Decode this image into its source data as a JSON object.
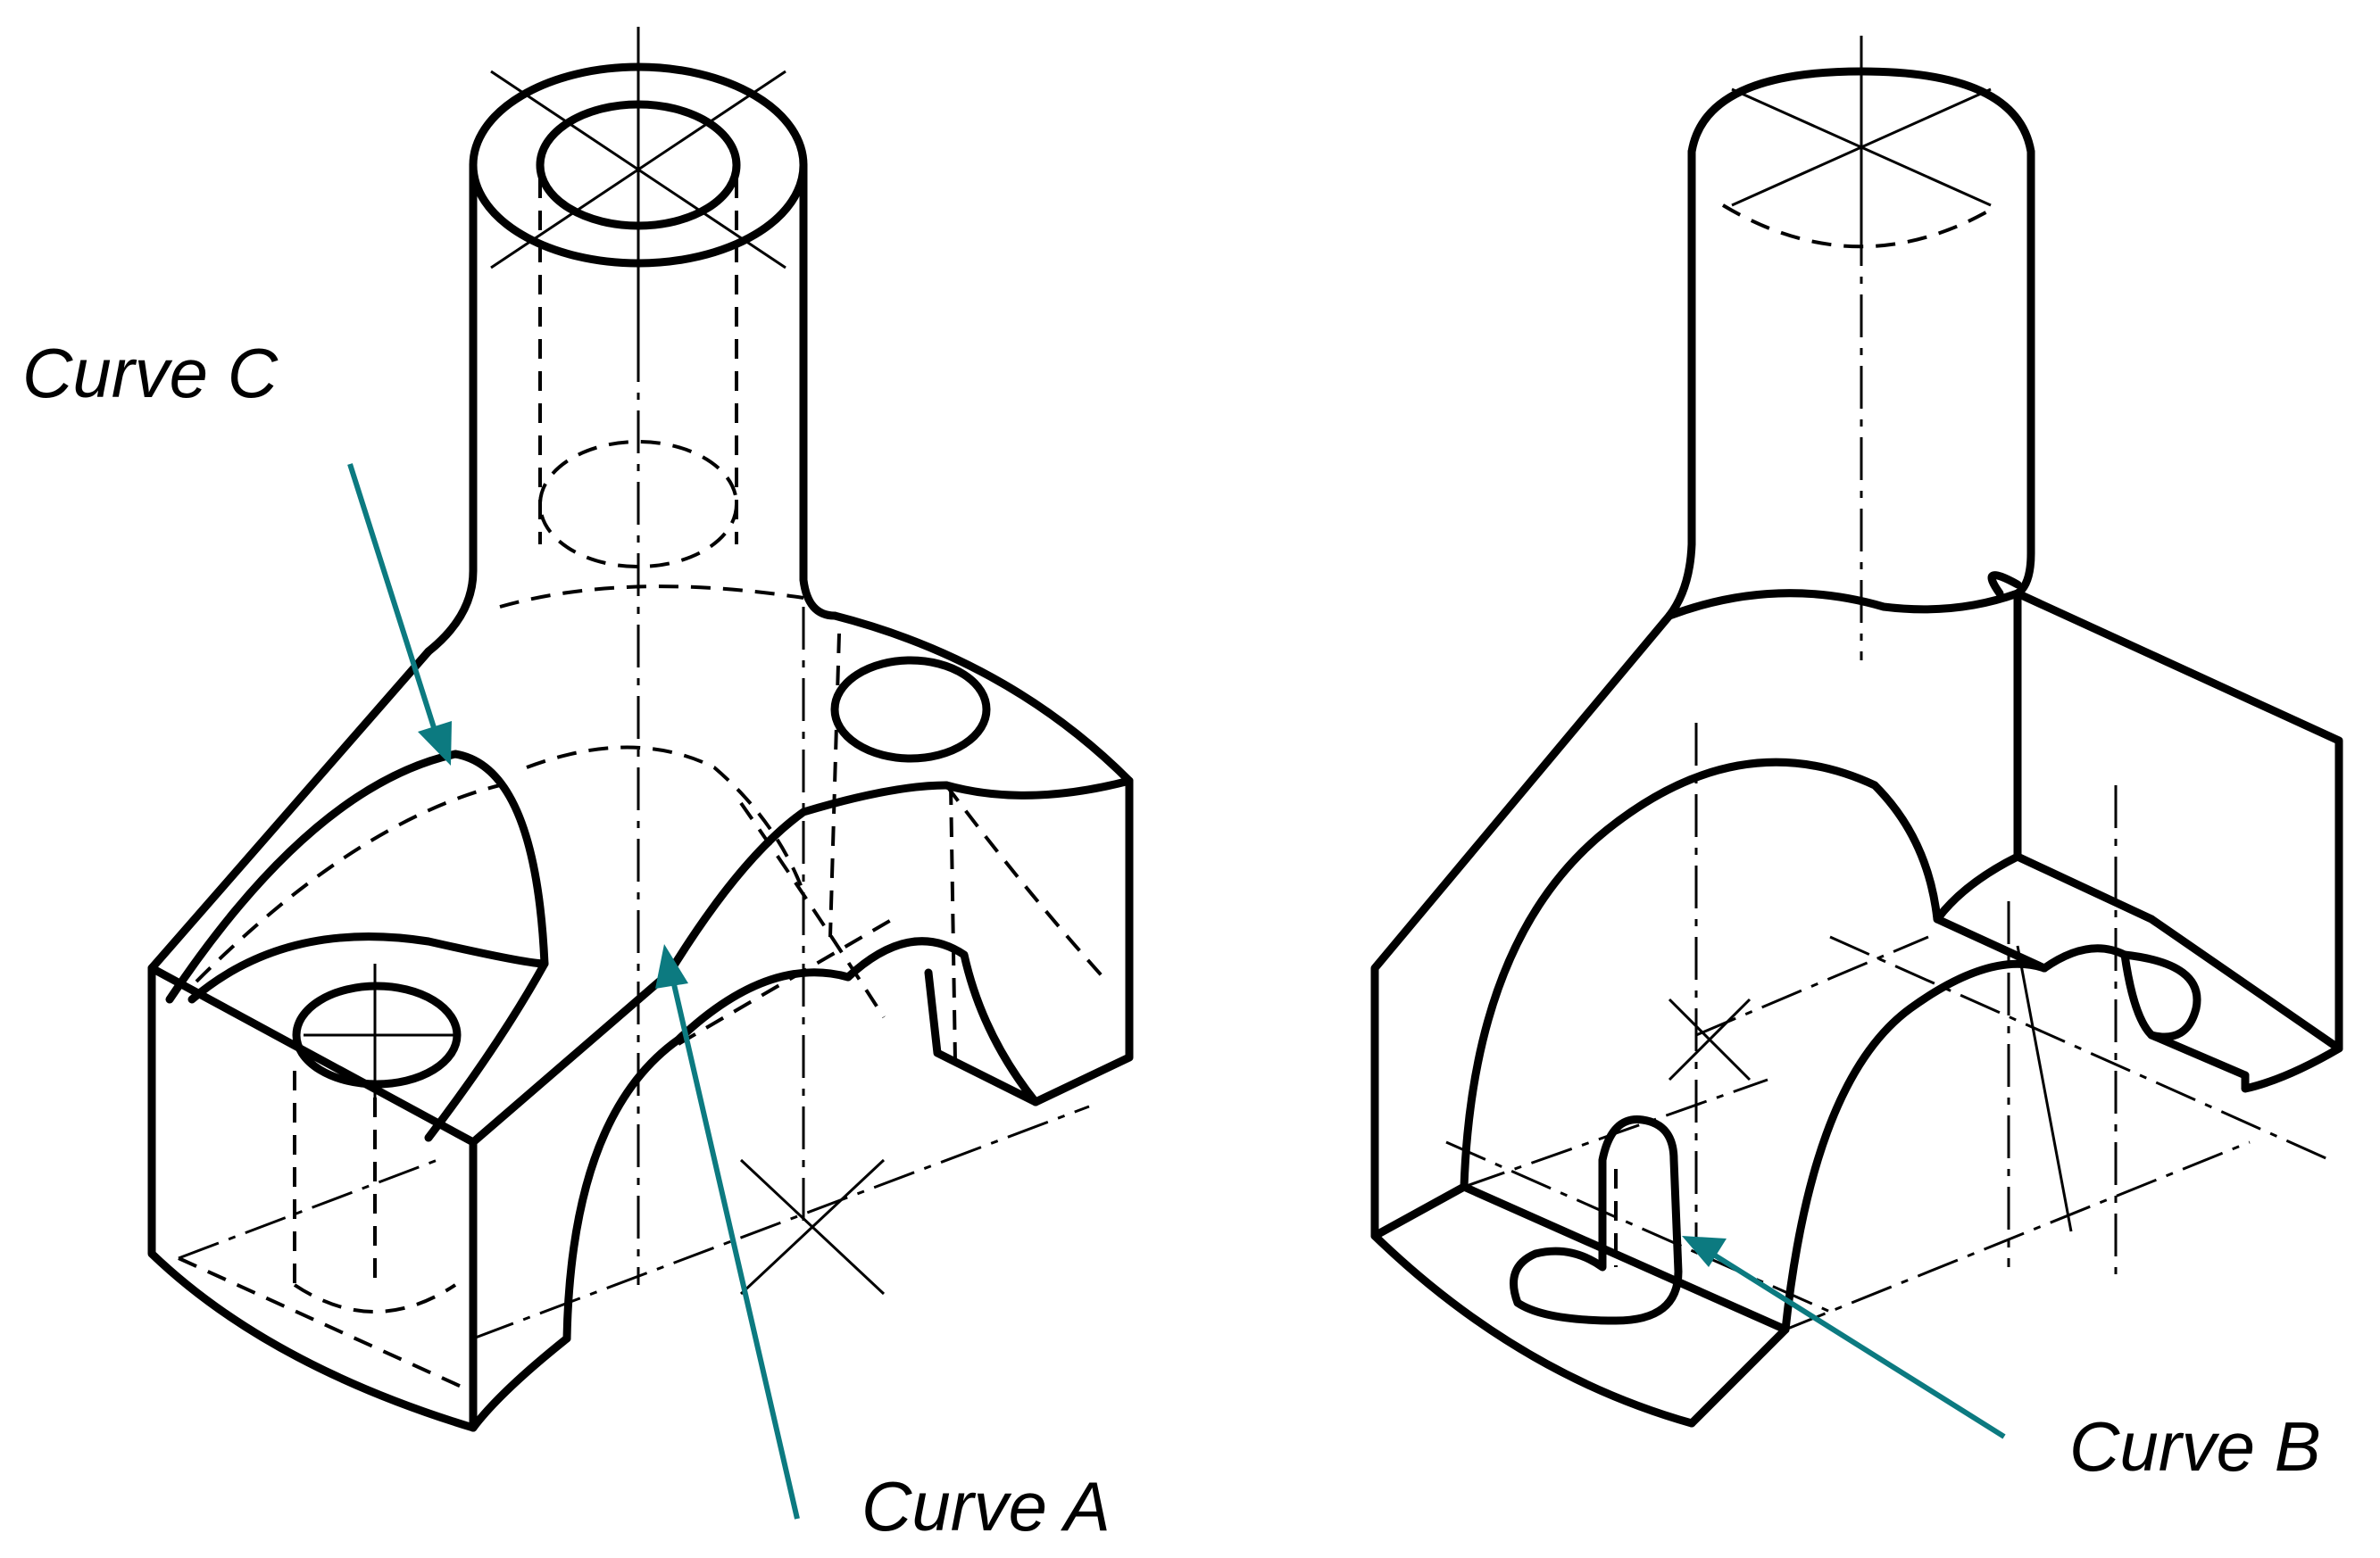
{
  "figure": {
    "accent_color": "#0c7a80",
    "line_color": "#000000",
    "background": "#ffffff"
  },
  "labels": {
    "curve_a": "Curve A",
    "curve_b": "Curve B",
    "curve_c": "Curve C"
  }
}
